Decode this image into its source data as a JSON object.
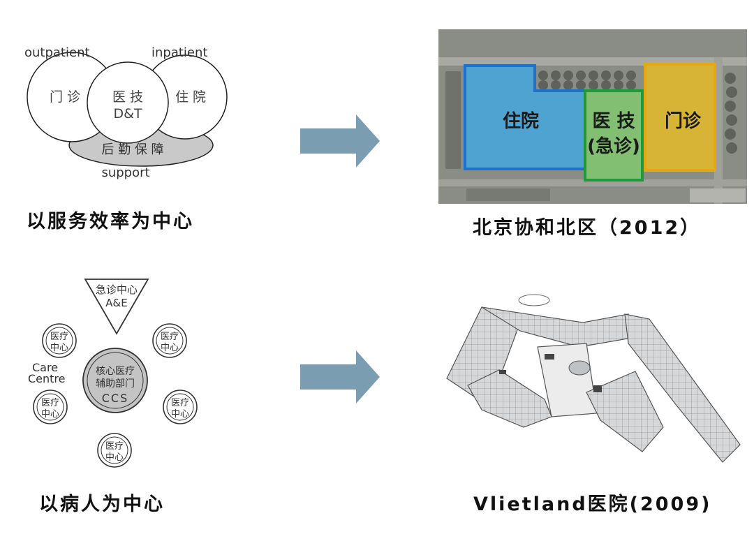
{
  "top_left": {
    "outpatient_label": "outpatient",
    "inpatient_label": "inpatient",
    "support_label": "support",
    "outpatient_cn": "门 诊",
    "dt_cn": "医 技",
    "dt_en": "D&T",
    "inpatient_cn": "住 院",
    "support_cn": "后 勤 保 障",
    "caption": "以服务效率为中心"
  },
  "top_right": {
    "zones": {
      "inpatient": "住院",
      "dt_line1": "医 技",
      "dt_line2": "(急诊)",
      "outpatient": "门诊"
    },
    "caption": "北京协和北区（2012）",
    "colors": {
      "inpatient": "#3fa9e6",
      "dt": "#2fb84a",
      "outpatient": "#f2c21b"
    }
  },
  "bottom_left": {
    "ae_line1": "急诊中心",
    "ae_line2": "A&E",
    "care_line1": "Care",
    "care_line2": "Centre",
    "medical_line1": "医疗",
    "medical_line2": "中心",
    "ccs_line1": "核心医疗",
    "ccs_line2": "辅助部门",
    "ccs_line3": "CCS",
    "caption": "以病人为中心"
  },
  "bottom_right": {
    "caption": "Vlietland医院(2009)"
  },
  "arrow_color": "#7b9db1"
}
